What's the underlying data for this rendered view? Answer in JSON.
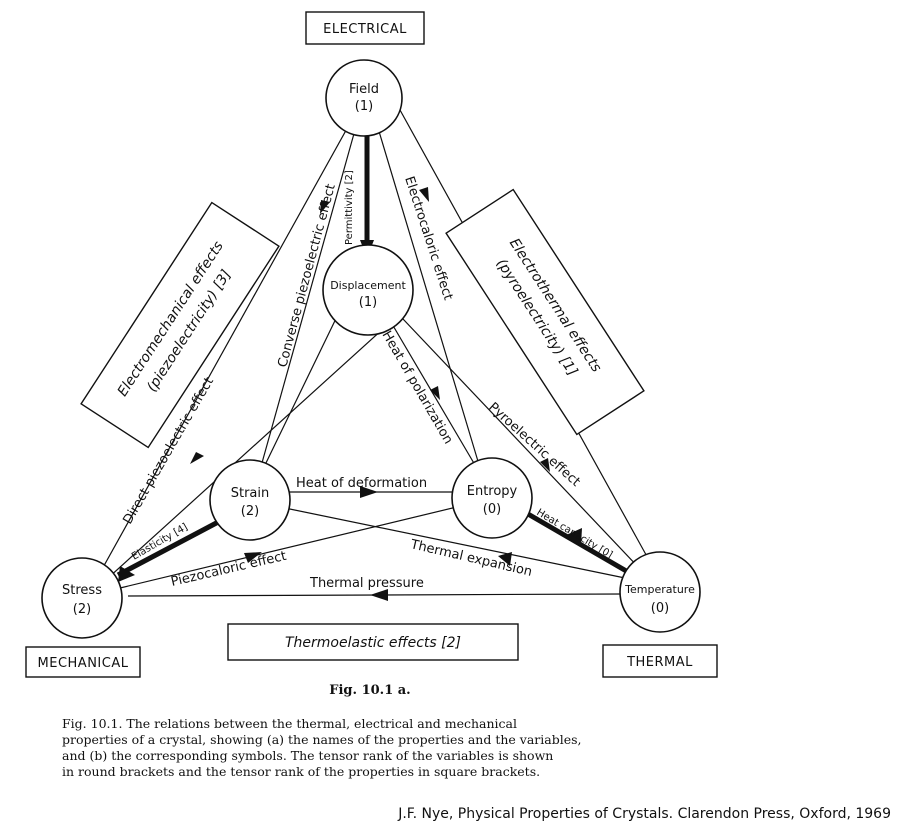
{
  "domains": {
    "electrical": "ELECTRICAL",
    "mechanical": "MECHANICAL",
    "thermal": "THERMAL"
  },
  "nodes": {
    "field": {
      "name": "Field",
      "rank": "(1)"
    },
    "displacement": {
      "name": "Displacement",
      "rank": "(1)"
    },
    "strain": {
      "name": "Strain",
      "rank": "(2)"
    },
    "entropy": {
      "name": "Entropy",
      "rank": "(0)"
    },
    "stress": {
      "name": "Stress",
      "rank": "(2)"
    },
    "temperature": {
      "name": "Temperature",
      "rank": "(0)"
    }
  },
  "edges": {
    "permittivity": "Permittivity [2]",
    "converse_piezo": "Converse piezoelectric effect",
    "electrocaloric": "Electrocaloric effect",
    "heat_polarization": "Heat of polarization",
    "direct_piezo": "Direct piezoelectric effect",
    "pyroelectric": "Pyroelectric effect",
    "heat_deformation": "Heat of deformation",
    "elasticity": "Elasticity [4]",
    "heat_capacity": "Heat capacity [0]",
    "piezocaloric": "Piezocaloric effect",
    "thermal_expansion": "Thermal expansion",
    "thermal_pressure": "Thermal pressure"
  },
  "groups": {
    "electromechanical_line1": "Electromechanical effects",
    "electromechanical_line2": "(piezoelectricity) [3]",
    "electrothermal_line1": "Electrothermal effects",
    "electrothermal_line2": "(pyroelectricity) [1]",
    "thermoelastic": "Thermoelastic effects [2]"
  },
  "figure_label": "Fig. 10.1 a.",
  "caption": [
    "Fig. 10.1.  The relations between the thermal, electrical and mechanical",
    "properties of a crystal, showing (a) the names of the properties and the variables,",
    "and (b) the corresponding symbols.  The tensor rank of the variables is shown",
    "in round brackets and the tensor rank of the properties in square brackets."
  ],
  "credit": "J.F. Nye, Physical Properties of Crystals. Clarendon Press, Oxford, 1969"
}
